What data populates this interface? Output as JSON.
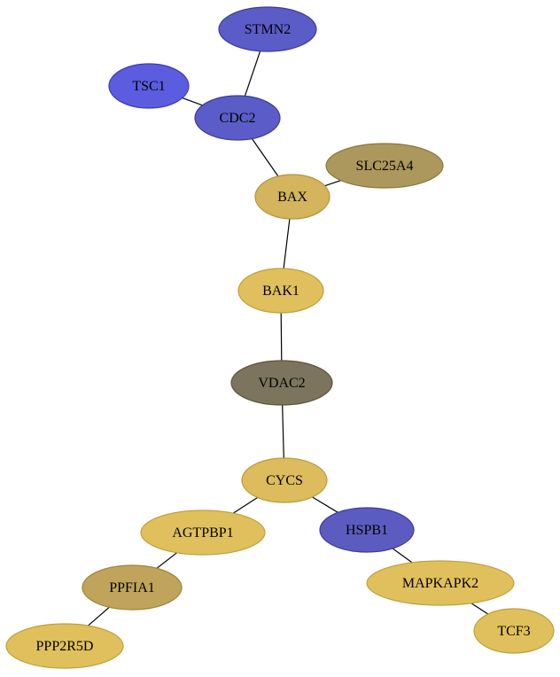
{
  "nodes": [
    {
      "id": "STMN2",
      "label": "STMN2",
      "fill": "#5c5cc8",
      "stroke": "#3c3c9c"
    },
    {
      "id": "TSC1",
      "label": "TSC1",
      "fill": "#5c5ce0",
      "stroke": "#3c3cb4"
    },
    {
      "id": "CDC2",
      "label": "CDC2",
      "fill": "#5c5cc8",
      "stroke": "#3c3c9c"
    },
    {
      "id": "SLC25A4",
      "label": "SLC25A4",
      "fill": "#ac985c",
      "stroke": "#8c783c"
    },
    {
      "id": "BAX",
      "label": "BAX",
      "fill": "#d4b45c",
      "stroke": "#b4943c"
    },
    {
      "id": "BAK1",
      "label": "BAK1",
      "fill": "#e0c05c",
      "stroke": "#c0a03c"
    },
    {
      "id": "VDAC2",
      "label": "VDAC2",
      "fill": "#7c745c",
      "stroke": "#5c543c"
    },
    {
      "id": "CYCS",
      "label": "CYCS",
      "fill": "#dcbc5c",
      "stroke": "#bc9c3c"
    },
    {
      "id": "AGTPBP1",
      "label": "AGTPBP1",
      "fill": "#e0c05c",
      "stroke": "#c0a03c"
    },
    {
      "id": "HSPB1",
      "label": "HSPB1",
      "fill": "#5c5cc0",
      "stroke": "#3c3c9c"
    },
    {
      "id": "PPFIA1",
      "label": "PPFIA1",
      "fill": "#c0a45c",
      "stroke": "#a0843c"
    },
    {
      "id": "MAPKAPK2",
      "label": "MAPKAPK2",
      "fill": "#e0c05c",
      "stroke": "#c0a03c"
    },
    {
      "id": "PPP2R5D",
      "label": "PPP2R5D",
      "fill": "#e0c05c",
      "stroke": "#c0a03c"
    },
    {
      "id": "TCF3",
      "label": "TCF3",
      "fill": "#e0c05c",
      "stroke": "#c0a03c"
    }
  ],
  "edges": [
    {
      "source": "STMN2",
      "target": "CDC2"
    },
    {
      "source": "TSC1",
      "target": "CDC2"
    },
    {
      "source": "CDC2",
      "target": "BAX"
    },
    {
      "source": "SLC25A4",
      "target": "BAX"
    },
    {
      "source": "BAX",
      "target": "BAK1"
    },
    {
      "source": "BAK1",
      "target": "VDAC2"
    },
    {
      "source": "VDAC2",
      "target": "CYCS"
    },
    {
      "source": "CYCS",
      "target": "AGTPBP1"
    },
    {
      "source": "CYCS",
      "target": "HSPB1"
    },
    {
      "source": "AGTPBP1",
      "target": "PPFIA1"
    },
    {
      "source": "HSPB1",
      "target": "MAPKAPK2"
    },
    {
      "source": "PPFIA1",
      "target": "PPP2R5D"
    },
    {
      "source": "MAPKAPK2",
      "target": "TCF3"
    }
  ]
}
